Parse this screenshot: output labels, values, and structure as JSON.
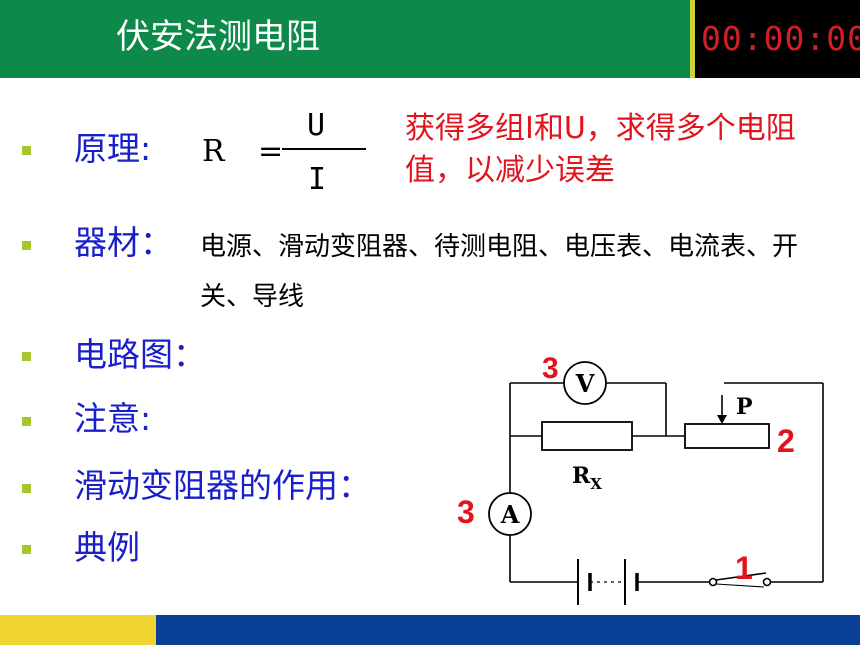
{
  "header": {
    "title": "伏安法测电阻",
    "timer": "00:00:00"
  },
  "principle": {
    "label": "原理:",
    "formula_r": "R",
    "formula_eq": "=",
    "numerator": "U",
    "denominator": "I",
    "note": "获得多组I和U，求得多个电阻值，以减少误差"
  },
  "equipment": {
    "label": "器材：",
    "text": "电源、滑动变阻器、待测电阻、电压表、电流表、开关、导线"
  },
  "items": {
    "circuit": "电路图：",
    "notice": "注意:",
    "rheostat_role": "滑动变阻器的作用：",
    "example": "典例"
  },
  "circuit_diagram": {
    "voltmeter_symbol": "V",
    "ammeter_symbol": "A",
    "slider_label": "P",
    "resistor_label": "R",
    "resistor_subscript": "X",
    "marker_voltmeter": "3",
    "marker_ammeter": "3",
    "marker_rheostat": "2",
    "marker_switch": "1"
  },
  "colors": {
    "header_bg": "#0d8a4a",
    "label_blue": "#1a20c8",
    "note_red": "#e1141e",
    "bullet": "#a6c72a",
    "footer_yellow": "#f0d530",
    "footer_blue": "#0a3f96"
  }
}
